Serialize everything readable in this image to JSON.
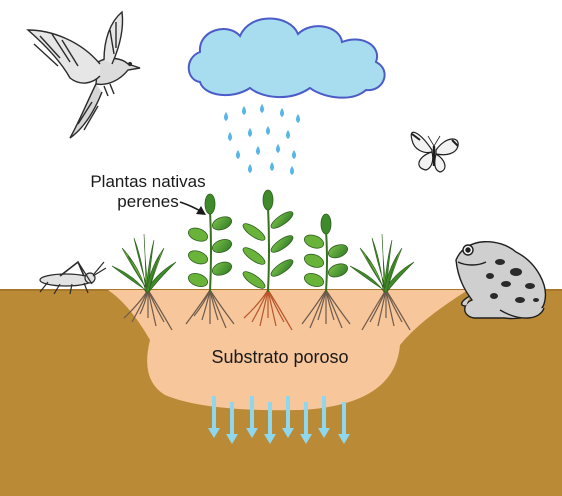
{
  "labels": {
    "plants_line1": "Plantas nativas",
    "plants_line2": "perenes",
    "substrate": "Substrato poroso"
  },
  "colors": {
    "soil": "#bb8a36",
    "soil_edge": "#a7772a",
    "substrate": "#f7c69a",
    "cloud_fill": "#a8dcef",
    "cloud_stroke": "#4b5cc8",
    "rain_drop": "#56b6e6",
    "infiltration_arrow": "#8fd7ec",
    "leaf_dark": "#3f8a2a",
    "leaf_light": "#69b33a",
    "root": "#6e5b4d"
  },
  "icons": [
    "bird-icon",
    "cloud-icon",
    "rain-icon",
    "butterfly-icon",
    "grasshopper-icon",
    "frog-icon",
    "plant-icon",
    "infiltration-arrow-icon"
  ]
}
